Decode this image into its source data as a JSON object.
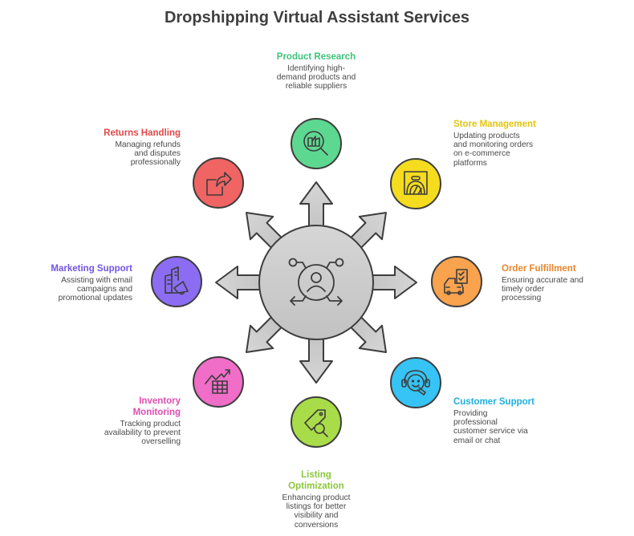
{
  "title": "Dropshipping Virtual Assistant Services",
  "colors": {
    "hub_fill": "#cfcfcf",
    "stroke": "#3d3d3d",
    "product_research": "#5dd890",
    "store_management": "#f5dc1e",
    "order_fulfillment": "#f9a34e",
    "customer_support": "#36c3f5",
    "listing_optimization": "#a8dc48",
    "inventory_monitoring": "#f06dc8",
    "marketing_support": "#8b6cf2",
    "returns_handling": "#f06464"
  },
  "services": {
    "product_research": {
      "title": "Product Research",
      "desc": [
        "Identifying high-",
        "demand products and",
        "reliable suppliers"
      ],
      "color": "#3cc47a",
      "icon": "search-products-icon"
    },
    "store_management": {
      "title": "Store Management",
      "desc": [
        "Updating products",
        "and monitoring orders",
        "on e-commerce",
        "platforms"
      ],
      "color": "#e2c50c",
      "icon": "store-bag-icon"
    },
    "order_fulfillment": {
      "title": "Order Fulfillment",
      "desc": [
        "Ensuring accurate and",
        "timely order",
        "processing"
      ],
      "color": "#e8862a",
      "icon": "delivery-checklist-icon"
    },
    "customer_support": {
      "title": "Customer Support",
      "desc": [
        "Providing",
        "professional",
        "customer service via",
        "email or chat"
      ],
      "color": "#1eaee0",
      "icon": "headset-agent-icon"
    },
    "listing_optimization": {
      "title": "Listing Optimization",
      "title_lines": [
        "Listing",
        "Optimization"
      ],
      "desc": [
        "Enhancing product",
        "listings for better",
        "visibility and",
        "conversions"
      ],
      "color": "#8cc63c",
      "icon": "tag-search-icon"
    },
    "inventory_monitoring": {
      "title": "Inventory Monitoring",
      "title_lines": [
        "Inventory",
        "Monitoring"
      ],
      "desc": [
        "Tracking product",
        "availability to prevent",
        "overselling"
      ],
      "color": "#e04fb0",
      "icon": "chart-table-icon"
    },
    "marketing_support": {
      "title": "Marketing Support",
      "desc": [
        "Assisting with email",
        "campaigns and",
        "promotional updates"
      ],
      "color": "#7355e0",
      "icon": "megaphone-buildings-icon"
    },
    "returns_handling": {
      "title": "Returns Handling",
      "desc": [
        "Managing refunds",
        "and disputes",
        "professionally"
      ],
      "color": "#e04848",
      "icon": "return-arrow-icon"
    }
  },
  "hub": {
    "icon": "person-network-icon"
  }
}
